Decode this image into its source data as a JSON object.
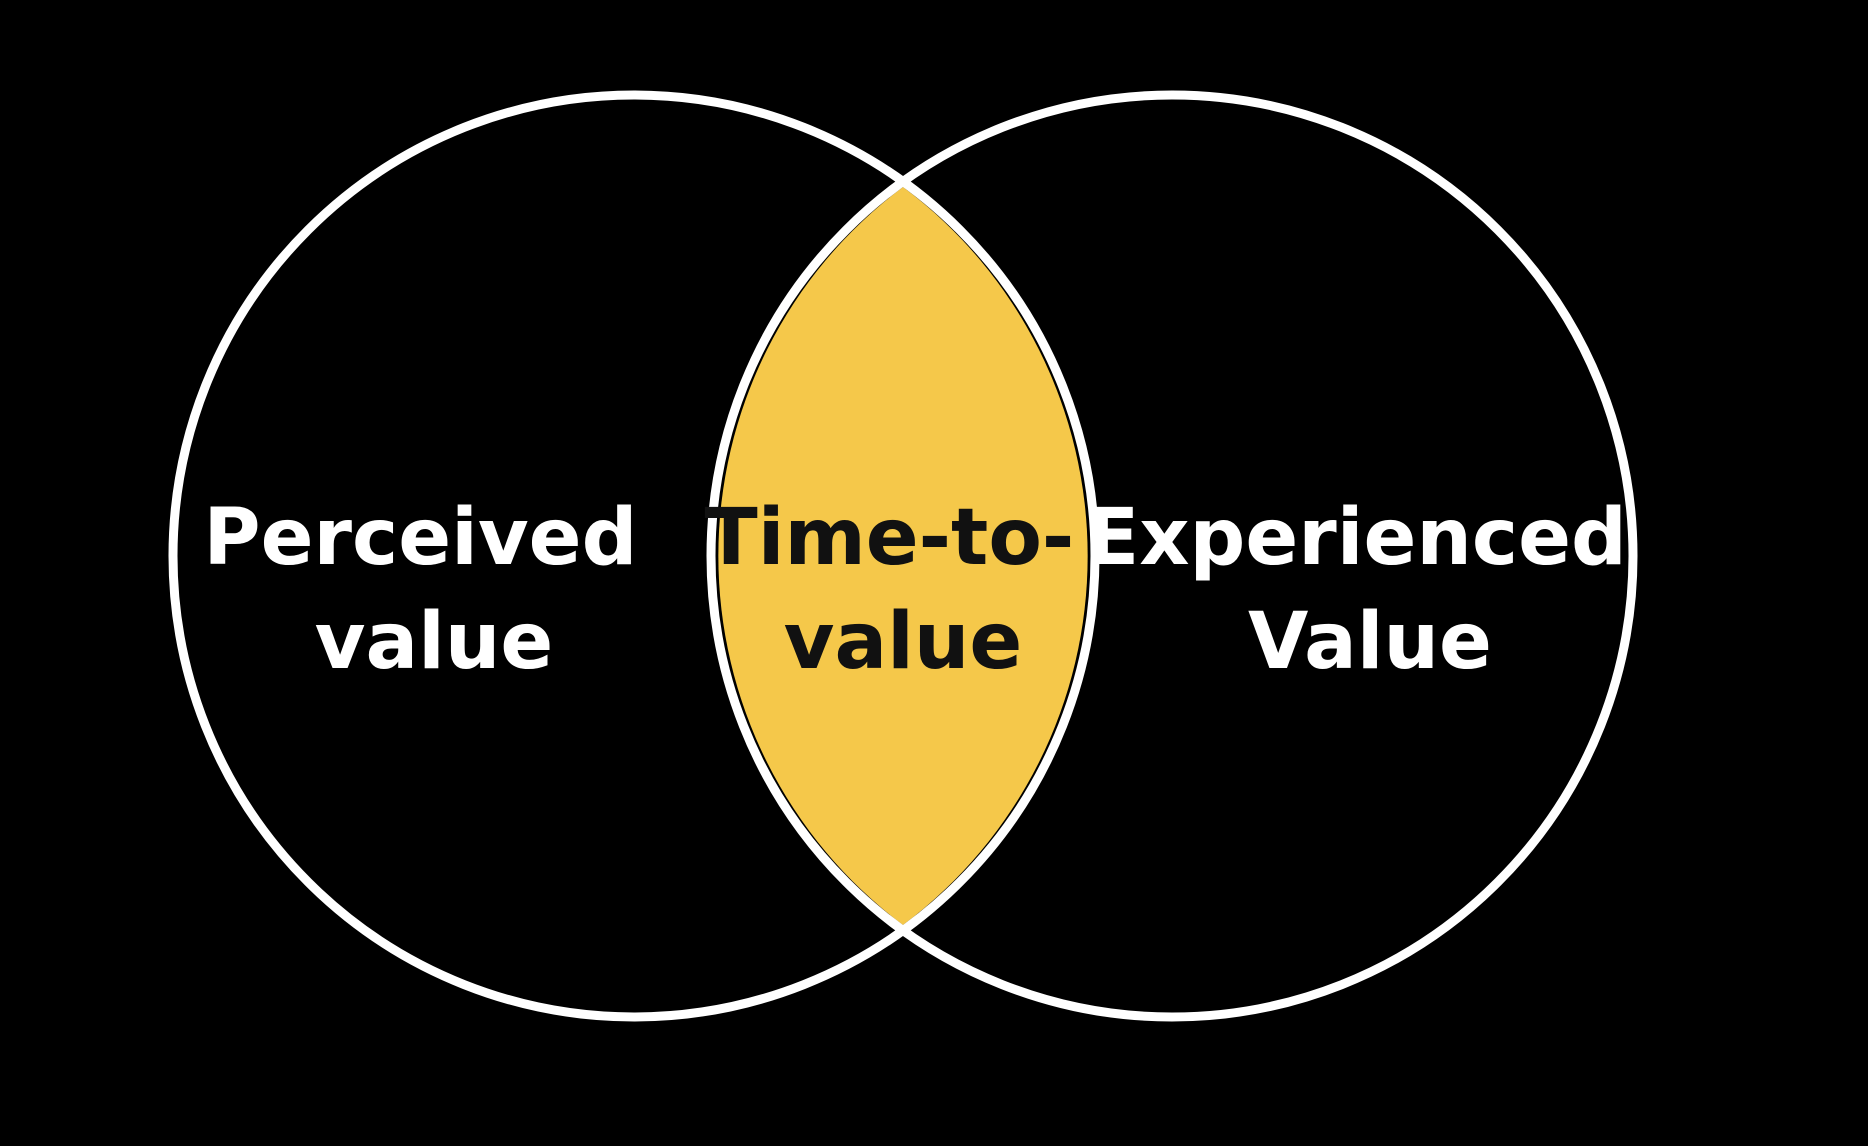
{
  "colors": {
    "background": "#000000",
    "circle_stroke": "#FFFFFF",
    "intersection_fill": "#F5C84A",
    "outer_label": "#FFFFFF",
    "intersection_label": "#111111"
  },
  "diagram": {
    "left_set": {
      "line1": "Perceived",
      "line2": "value"
    },
    "intersection": {
      "line1": "Time-to-",
      "line2": "value"
    },
    "right_set": {
      "line1": "Experienced",
      "line2": "Value"
    }
  }
}
